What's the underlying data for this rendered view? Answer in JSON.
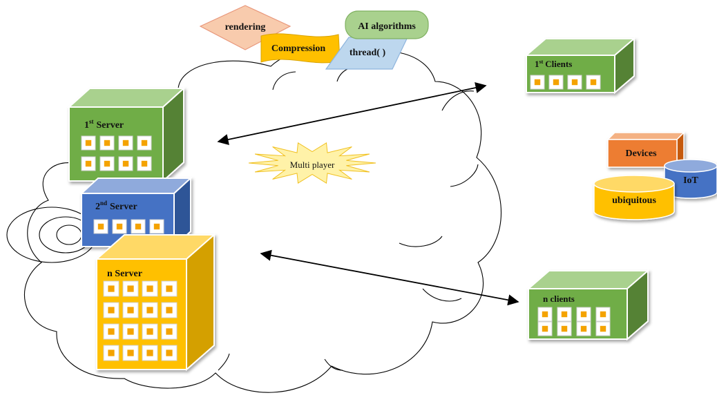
{
  "labels": {
    "rendering": "rendering",
    "compression": "Compression",
    "ai_algorithms": "AI algorithms",
    "thread": "thread( )",
    "server1_num": "1",
    "server1_sup": "st",
    "server1_word": "Server",
    "server2_num": "2",
    "server2_sup": "nd",
    "server2_word": "Server",
    "server_n": "n Server",
    "clients1_num": "1",
    "clients1_sup": "st",
    "clients1_word": "Clients",
    "clients_n": "n clients",
    "multiplayer": "Multi player",
    "devices": "Devices",
    "iot": "IoT",
    "ubiquitous": "ubiquitous"
  },
  "colors": {
    "server1": "#70ad47",
    "server2": "#4472c4",
    "server_n": "#ffc000",
    "clients": "#70ad47",
    "devices": "#ed7d31",
    "iot": "#4472c4",
    "ubiquitous": "#ffc000",
    "rendering": "#f8cbad",
    "compression": "#ffc000",
    "ai_algorithms": "#a9d18e",
    "thread": "#bdd7ee",
    "multiplayer": "#fff2a8"
  }
}
